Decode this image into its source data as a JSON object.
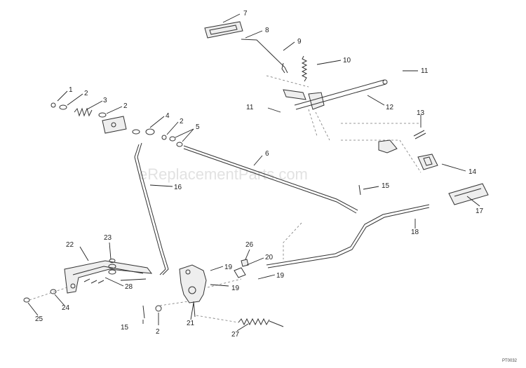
{
  "watermark": "eReplacementParts.com",
  "drawing_code": "PT0032",
  "callouts": [
    "1",
    "2",
    "3",
    "2",
    "4",
    "2",
    "5",
    "6",
    "7",
    "8",
    "9",
    "10",
    "11",
    "11",
    "12",
    "13",
    "14",
    "15",
    "15",
    "16",
    "17",
    "18",
    "19",
    "19",
    "19",
    "20",
    "21",
    "2",
    "22",
    "23",
    "24",
    "25",
    "26",
    "27",
    "28"
  ]
}
